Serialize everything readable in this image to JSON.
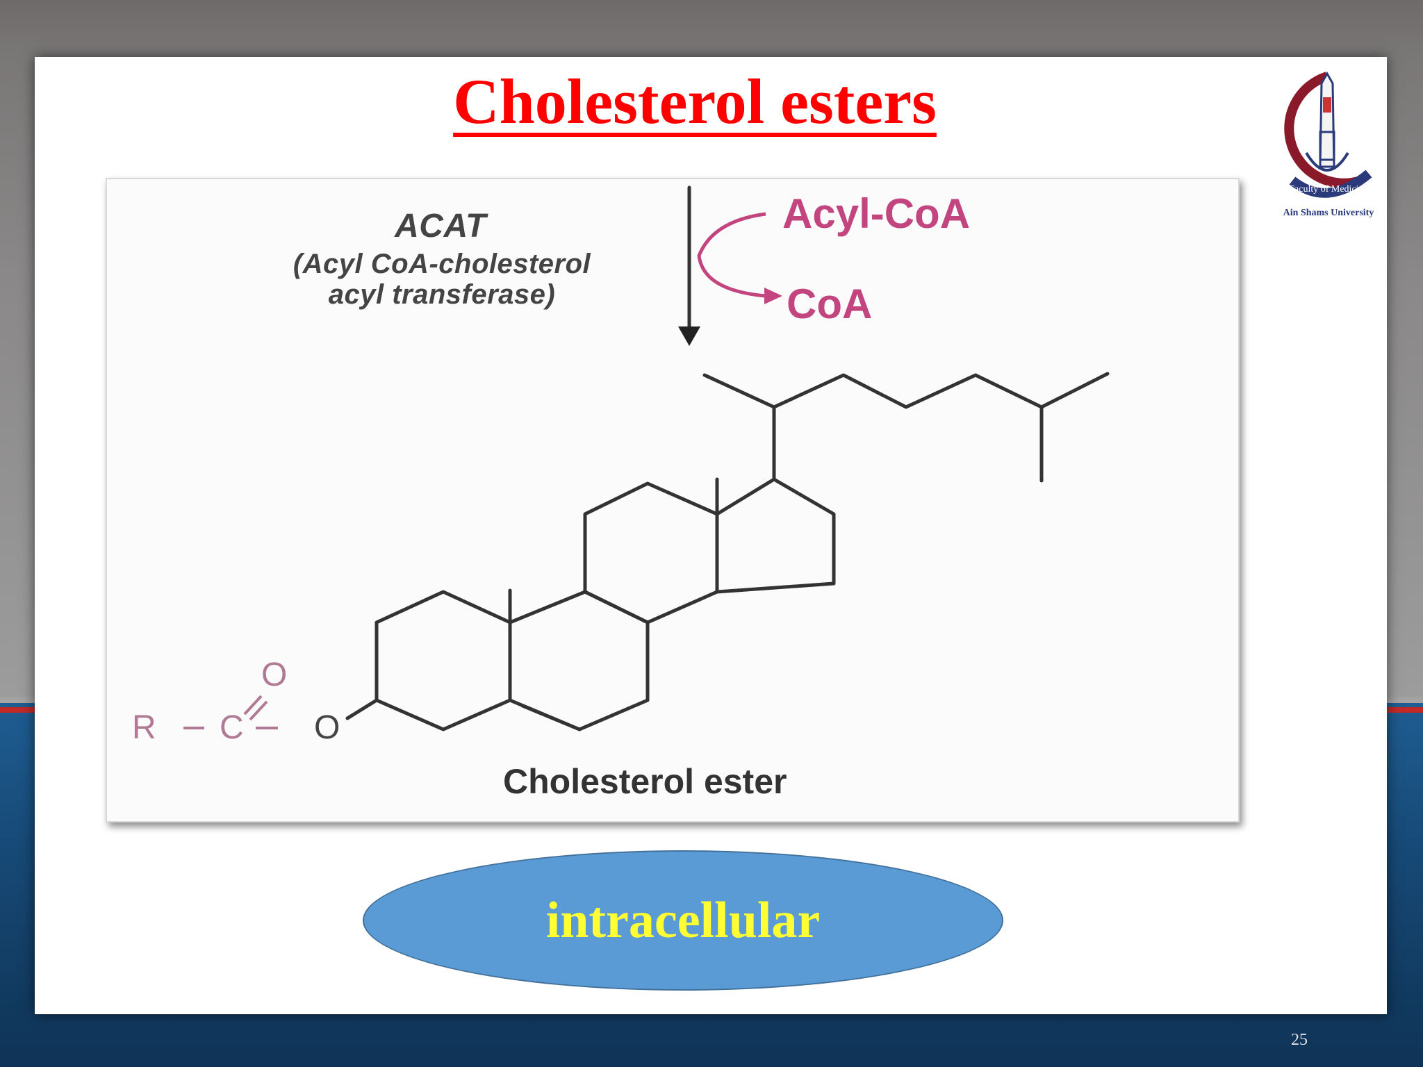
{
  "slide": {
    "title": "Cholesterol  esters",
    "page_number": "25"
  },
  "logo": {
    "text_top": "Faculty of Medicine",
    "text_bottom": "Ain Shams University"
  },
  "reaction": {
    "enzyme_abbrev": "ACAT",
    "enzyme_full_line1": "(Acyl CoA-cholesterol",
    "enzyme_full_line2": "acyl transferase)",
    "reactant_in": "Acyl-CoA",
    "product_out": "CoA",
    "product_name": "Cholesterol ester",
    "ester_group": {
      "r": "R",
      "c": "C",
      "o_double": "O",
      "o_single": "O"
    }
  },
  "location_label": "intracellular",
  "colors": {
    "title": "#ff0000",
    "reagent": "#c2457f",
    "ellipse_fill": "#5b9bd5",
    "ellipse_text": "#ffff33"
  }
}
